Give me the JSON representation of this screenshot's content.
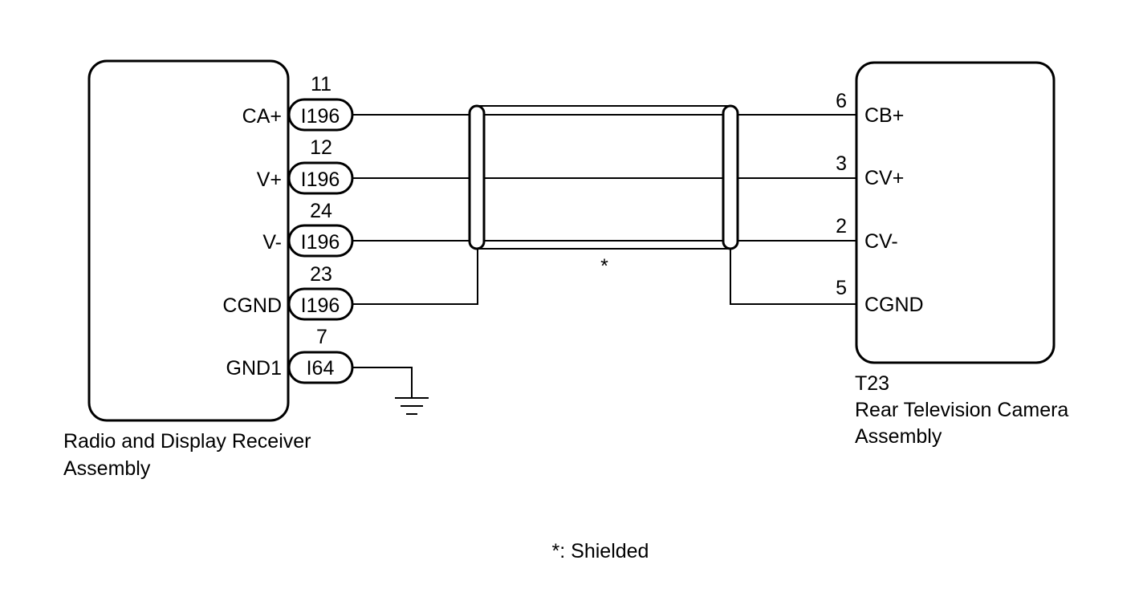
{
  "left_component": {
    "name_line1": "Radio and Display Receiver",
    "name_line2": "Assembly",
    "pins": [
      {
        "label": "CA+",
        "pin_no": "11",
        "connector": "I196"
      },
      {
        "label": "V+",
        "pin_no": "12",
        "connector": "I196"
      },
      {
        "label": "V-",
        "pin_no": "24",
        "connector": "I196"
      },
      {
        "label": "CGND",
        "pin_no": "23",
        "connector": "I196"
      },
      {
        "label": "GND1",
        "pin_no": "7",
        "connector": "I64"
      }
    ]
  },
  "right_component": {
    "connector_id": "T23",
    "name_line1": "Rear Television Camera",
    "name_line2": "Assembly",
    "pins": [
      {
        "label": "CB+",
        "pin_no": "6"
      },
      {
        "label": "CV+",
        "pin_no": "3"
      },
      {
        "label": "CV-",
        "pin_no": "2"
      },
      {
        "label": "CGND",
        "pin_no": "5"
      }
    ]
  },
  "shield": {
    "marker": "*",
    "legend": "*: Shielded"
  },
  "colors": {
    "line": "#000000",
    "background": "#ffffff"
  }
}
